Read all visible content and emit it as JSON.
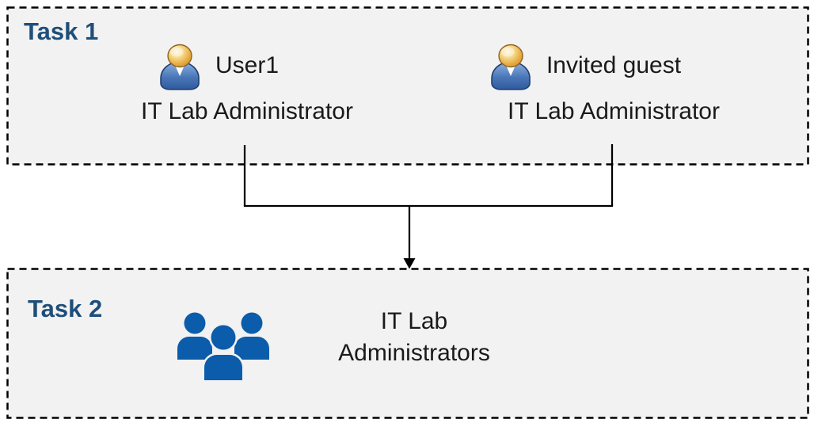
{
  "diagram": {
    "type": "task-flow-diagram",
    "colors": {
      "page_bg": "#ffffff",
      "box_bg": "#f2f2f2",
      "box_border": "#000000",
      "task_label": "#1f4e79",
      "text": "#1a1a1a",
      "group_icon_blue": "#0b5cab",
      "person_body_blue": "#3a6ab2",
      "person_head_gold": "#e7ad45",
      "connector": "#000000"
    }
  },
  "task1": {
    "label": "Task 1",
    "entities": [
      {
        "icon": "person-icon",
        "name": "User1",
        "role": "IT Lab Administrator"
      },
      {
        "icon": "person-icon",
        "name": "Invited guest",
        "role": "IT Lab Administrator"
      }
    ]
  },
  "task2": {
    "label": "Task 2",
    "group": {
      "icon": "people-group-icon",
      "name_lines": [
        "IT Lab",
        "Administrators"
      ]
    }
  },
  "connector": {
    "icon": "merge-arrow-down",
    "from": [
      "User1 / IT Lab Administrator",
      "Invited guest / IT Lab Administrator"
    ],
    "to": "IT Lab Administrators"
  }
}
